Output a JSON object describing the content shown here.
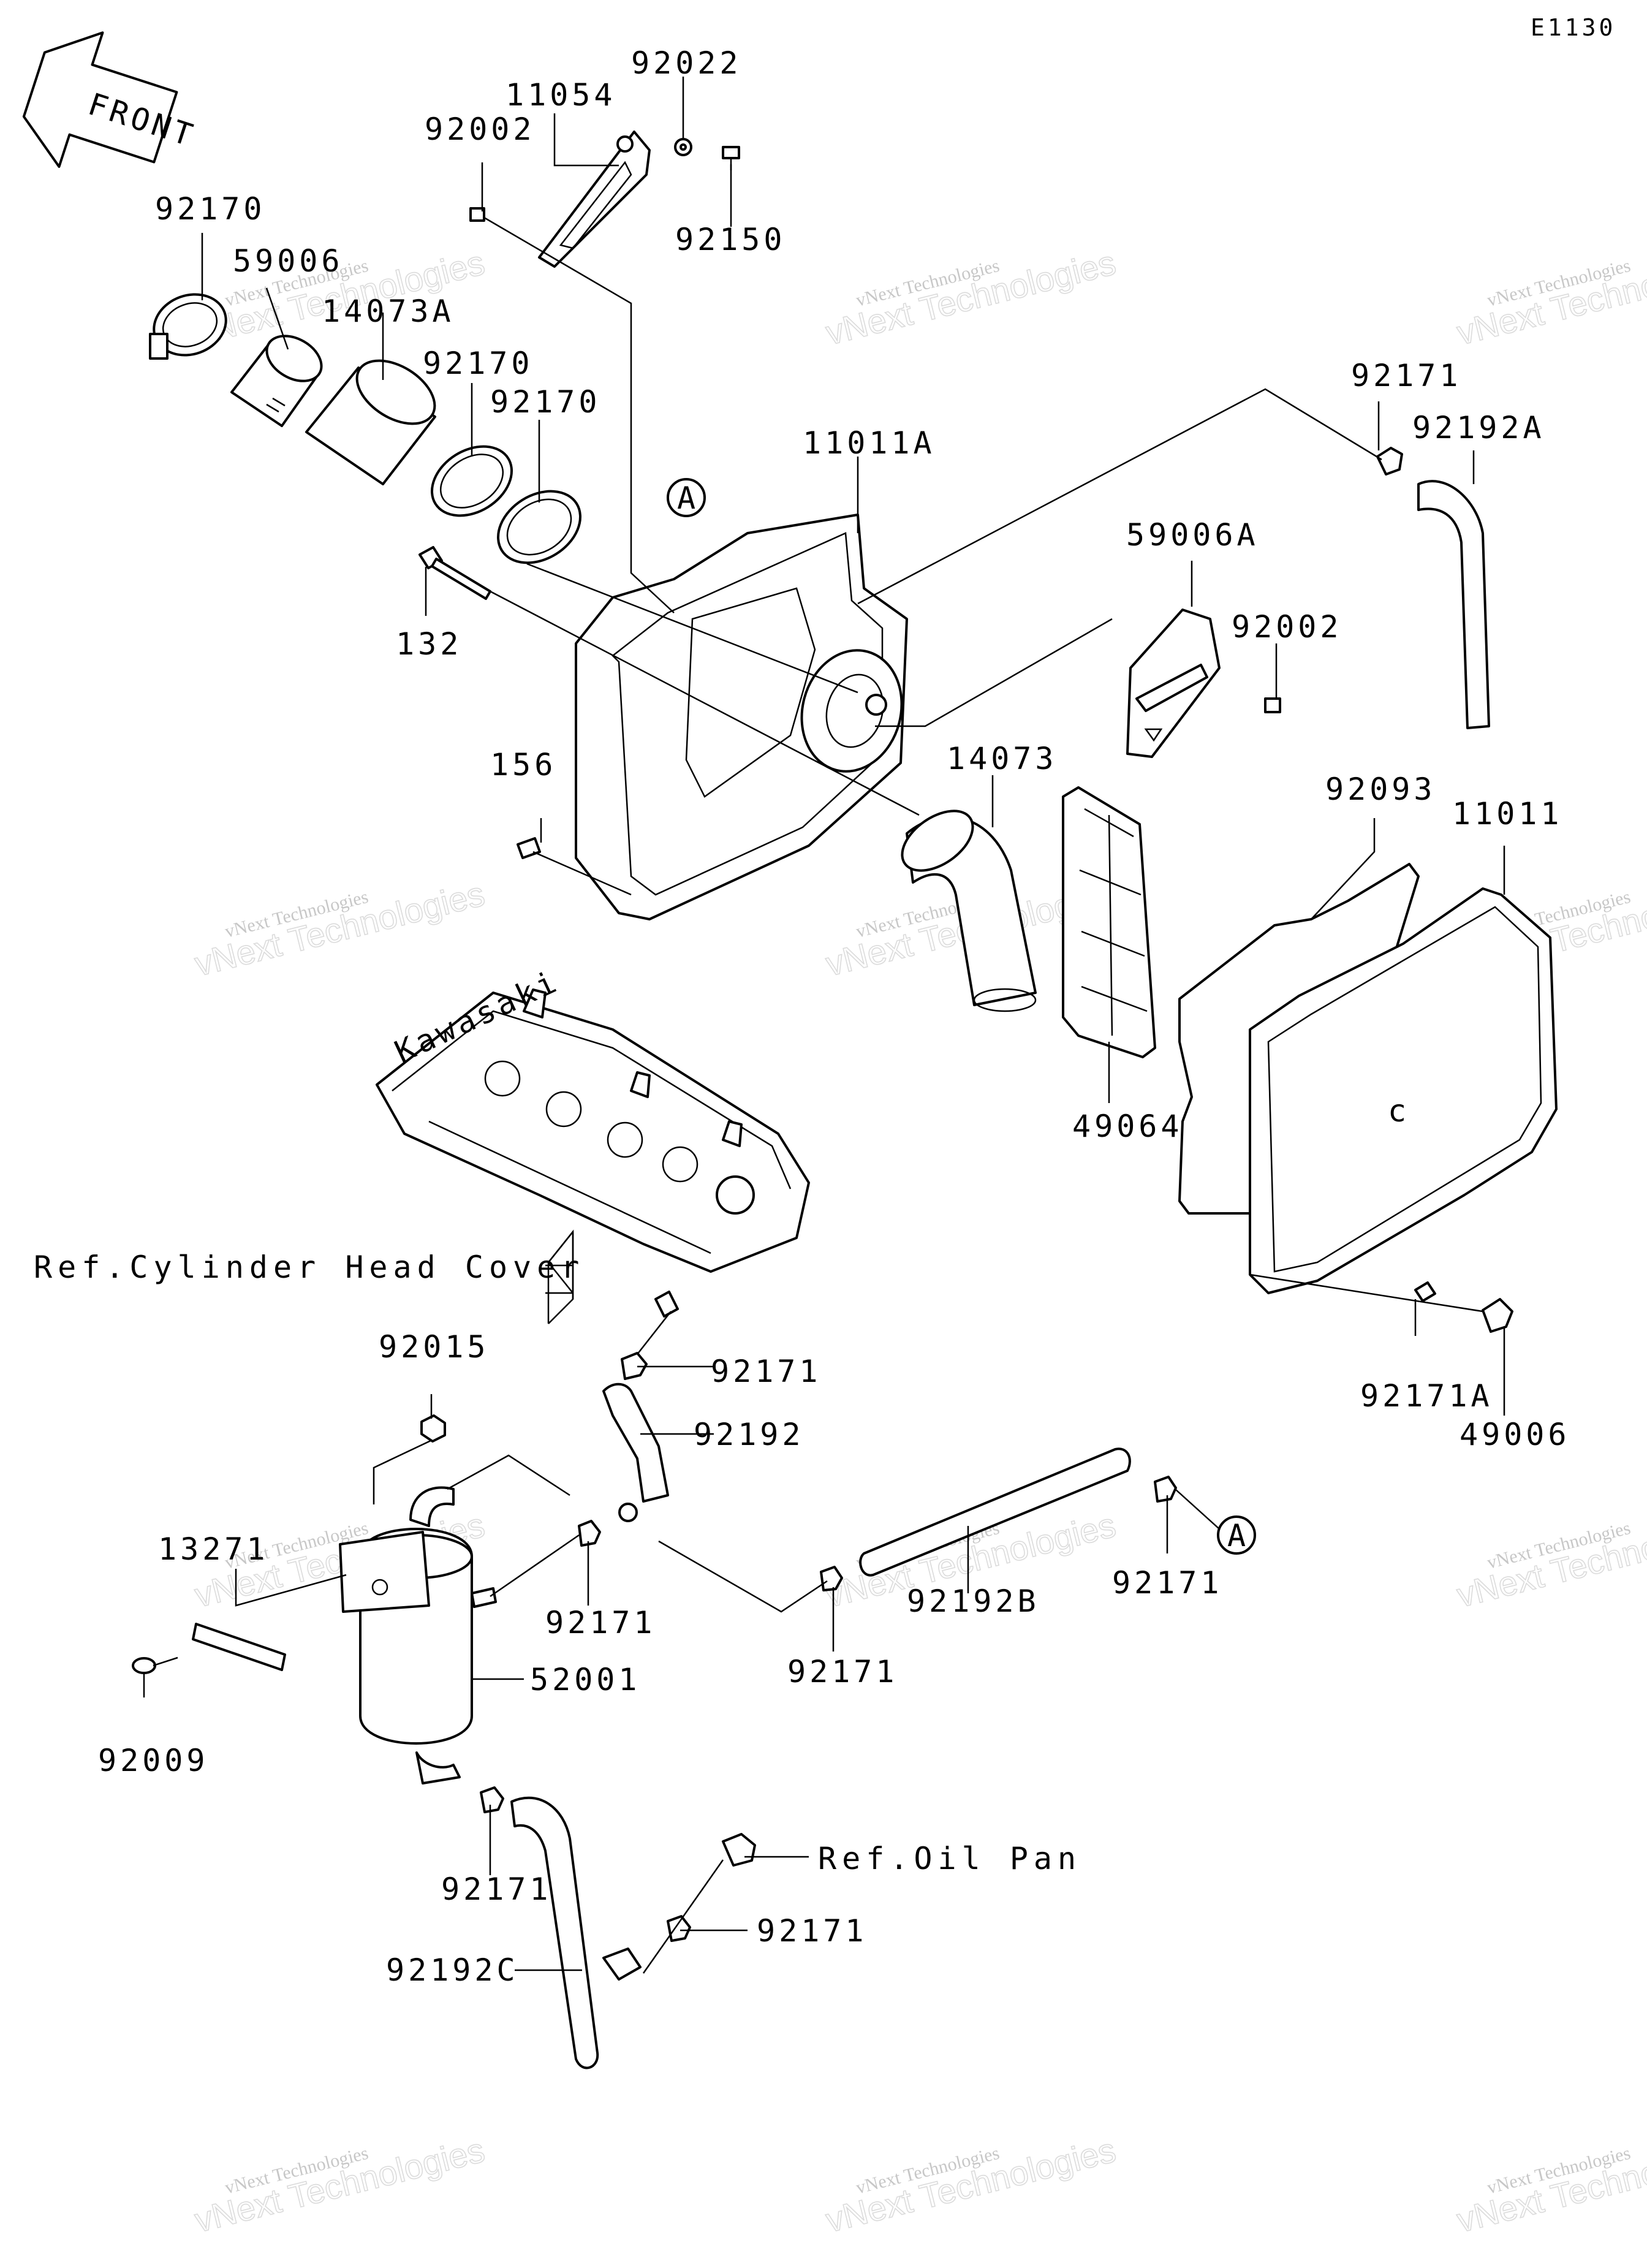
{
  "diagram_code": "E1130",
  "front_arrow_text": "FRONT",
  "callout_marker": "A",
  "callout_marker_2": "A",
  "brand_text": "Kawasaki",
  "part_labels": {
    "p92022": "92022",
    "p11054": "11054",
    "p92002a": "92002",
    "p92150": "92150",
    "p92170a": "92170",
    "p59006": "59006",
    "p14073a": "14073A",
    "p92170b": "92170",
    "p92170c": "92170",
    "p11011a": "11011A",
    "p92171a": "92171",
    "p92192a": "92192A",
    "p59006a": "59006A",
    "p92002b": "92002",
    "p132": "132",
    "p156": "156",
    "p14073": "14073",
    "p92093": "92093",
    "p11011": "11011",
    "p49064": "49064",
    "p92171b": "92171",
    "p92192": "92192",
    "p92015": "92015",
    "p13271": "13271",
    "p92171c": "92171",
    "p52001": "52001",
    "p92171d": "92171",
    "p92192b": "92192B",
    "p92171e": "92171",
    "p92009": "92009",
    "p92171f": "92171",
    "p92171g": "92171",
    "p92192c": "92192C",
    "p92171a_clip": "92171A",
    "p49006": "49006"
  },
  "references": {
    "cylinder_head_cover": "Ref.Cylinder Head Cover",
    "oil_pan": "Ref.Oil Pan"
  },
  "watermark": {
    "line1": "vNext Technologies",
    "line2": "vNext Technologies"
  }
}
